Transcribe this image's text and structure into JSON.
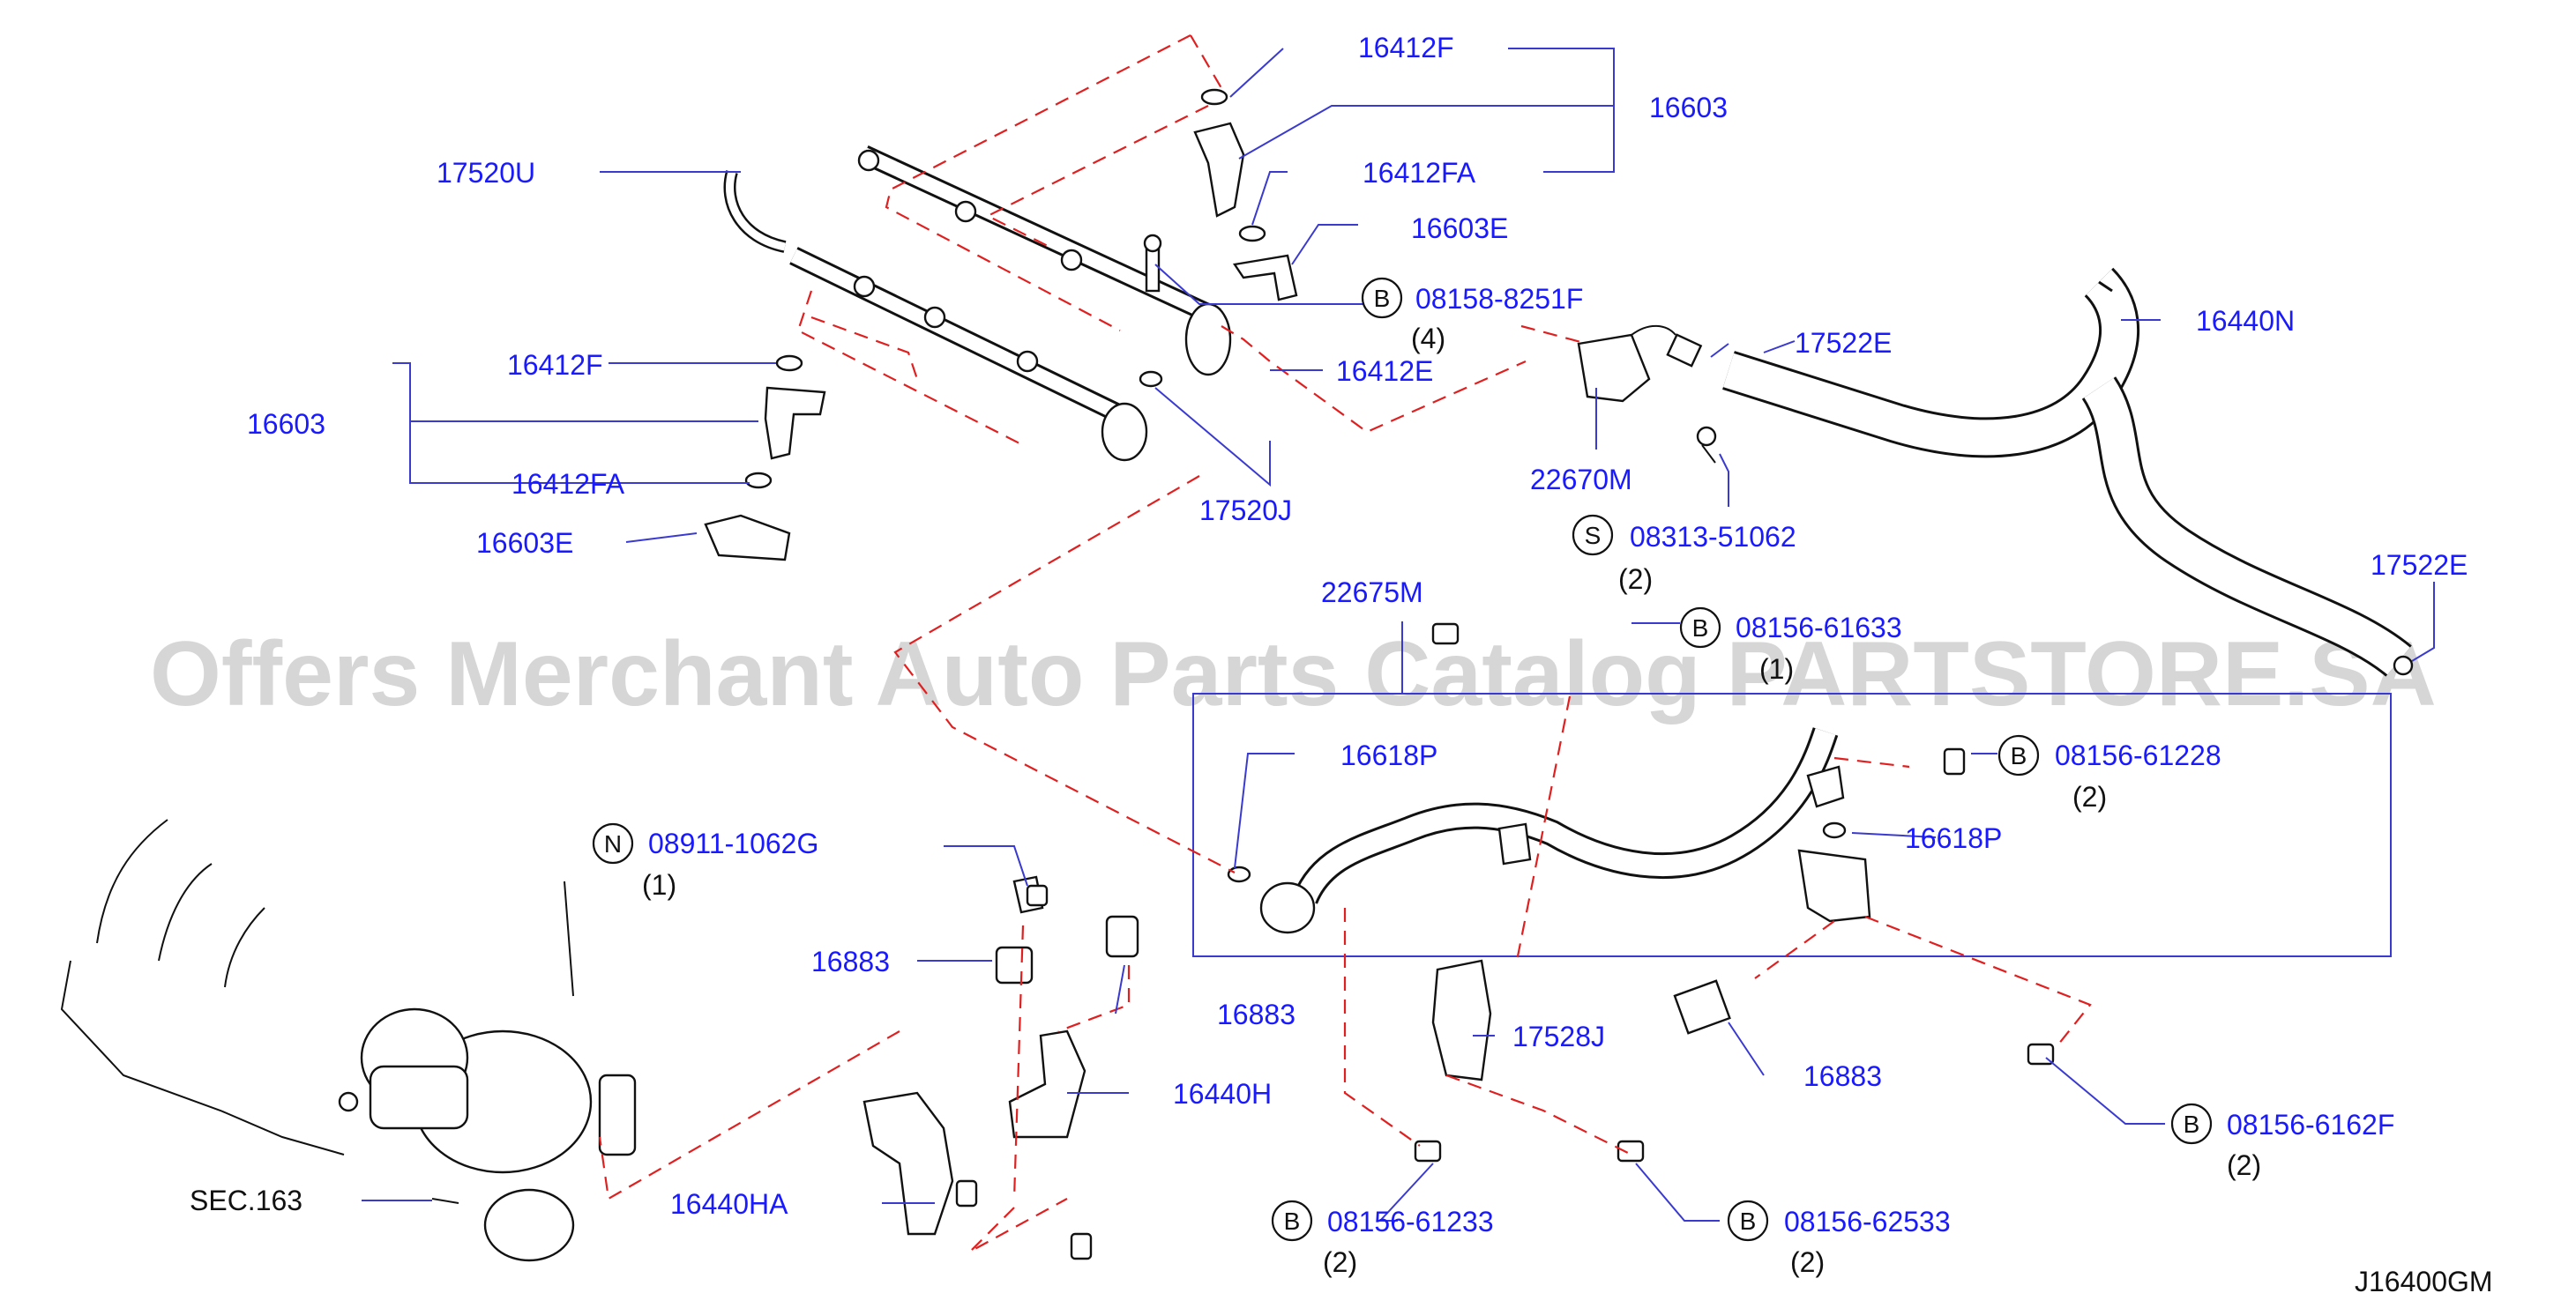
{
  "diagram_code": "J16400GM",
  "watermark": "Offers Merchant Auto Parts Catalog PARTSTORE.SA",
  "parts": {
    "p16412F_top": "16412F",
    "p16603_top": "16603",
    "p16412FA_top": "16412FA",
    "p16603E_top": "16603E",
    "p17520U": "17520U",
    "p08158": "08158-8251F",
    "p08158_qty": "(4)",
    "p16412E": "16412E",
    "p16412F_left": "16412F",
    "p16603_left": "16603",
    "p16412FA_left": "16412FA",
    "p16603E_left": "16603E",
    "p17520J": "17520J",
    "p17522E_top": "17522E",
    "p16440N": "16440N",
    "p22670M": "22670M",
    "p08313": "08313-51062",
    "p08313_qty": "(2)",
    "p17522E_right": "17522E",
    "p22675M": "22675M",
    "p08156_61633": "08156-61633",
    "p08156_61633_qty": "(1)",
    "p16618P_left": "16618P",
    "p08156_61228": "08156-61228",
    "p08156_61228_qty": "(2)",
    "p16618P_right": "16618P",
    "p08911": "08911-1062G",
    "p08911_qty": "(1)",
    "p16883_left": "16883",
    "p16883_mid": "16883",
    "p16440H": "16440H",
    "p17528J": "17528J",
    "p16883_right": "16883",
    "p08156_6162F": "08156-6162F",
    "p08156_6162F_qty": "(2)",
    "p16440HA": "16440HA",
    "p08156_61233": "08156-61233",
    "p08156_61233_qty": "(2)",
    "p08156_62533": "08156-62533",
    "p08156_62533_qty": "(2)",
    "sec163": "SEC.163"
  },
  "circle_codes": {
    "b1": "B",
    "s1": "S",
    "b2": "B",
    "b3": "B",
    "n1": "N",
    "b4": "B",
    "b5": "B",
    "b6": "B"
  },
  "colors": {
    "label": "#1a1aff",
    "dashed": "#e02020",
    "line": "#111111"
  }
}
